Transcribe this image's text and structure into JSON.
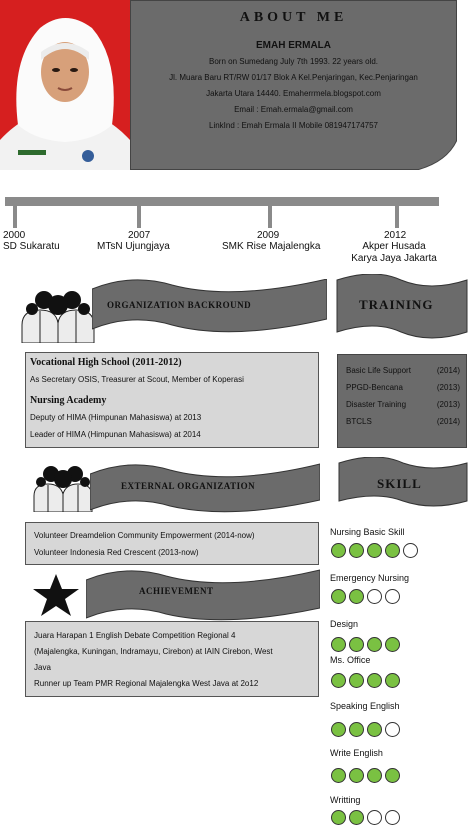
{
  "about": {
    "title": "ABOUT ME",
    "name": "EMAH ERMALA",
    "lines": [
      "Born on Sumedang July 7th 1993. 22 years old.",
      "Jl. Muara Baru RT/RW  01/17 Blok A Kel.Penjaringan, Kec.Penjaringan",
      "Jakarta Utara 14440. Emaherrmela.blogspot.com",
      "Email : Emah.ermala@gmail.com",
      "LinkInd : Emah Ermala II Mobile 081947174757"
    ]
  },
  "timeline": [
    {
      "year": "2000",
      "school": "SD Sukaratu"
    },
    {
      "year": "2007",
      "school": "MTsN Ujungjaya"
    },
    {
      "year": "2009",
      "school": "SMK Rise Majalengka"
    },
    {
      "year": "2012",
      "school": "Akper Husada\nKarya Jaya Jakarta"
    }
  ],
  "organization": {
    "banner": "ORGANIZATION BACKROUND",
    "head1": "Vocational High School (2011-2012)",
    "text1": "As Secretary OSIS, Treasurer at Scout, Member of Koperasi",
    "head2": "Nursing Academy",
    "text2a": "Deputy of HIMA (Himpunan Mahasiswa) at 2013",
    "text2b": "Leader of HIMA (Himpunan Mahasiswa) at 2014"
  },
  "external": {
    "banner": "EXTERNAL ORGANIZATION",
    "text1": "Volunteer Dreamdelion Community Empowerment (2014-now)",
    "text2": "Volunteer Indonesia Red Crescent (2013-now)"
  },
  "achievement": {
    "banner": "ACHIEVEMENT",
    "text1": "Juara Harapan 1 English Debate Competition Regional 4",
    "text2": "(Majalengka, Kuningan, Indramayu, Cirebon) at IAIN Cirebon, West",
    "text3": "Java",
    "text4": "Runner up Team PMR Regional Majalengka West Java at 2o12"
  },
  "training": {
    "banner": "TRAINING",
    "items": [
      {
        "name": "Basic Life Support",
        "year": "(2014)"
      },
      {
        "name": "PPGD-Bencana",
        "year": "(2013)"
      },
      {
        "name": "Disaster Training",
        "year": "(2013)"
      },
      {
        "name": "BTCLS",
        "year": "(2014)"
      }
    ]
  },
  "skill": {
    "banner": "SKILL",
    "items": [
      {
        "name": "Nursing Basic Skill",
        "level": 4,
        "max": 5
      },
      {
        "name": "Emergency Nursing",
        "level": 2,
        "max": 4
      },
      {
        "name": "Design",
        "level": 4,
        "max": 4
      },
      {
        "name": "Ms. Office",
        "level": 4,
        "max": 4
      },
      {
        "name": "Speaking English",
        "level": 3,
        "max": 4
      },
      {
        "name": "Write English",
        "level": 4,
        "max": 4
      },
      {
        "name": "Writting",
        "level": 2,
        "max": 4
      }
    ]
  },
  "colors": {
    "photo_bg": "#d61f1f",
    "panel_dark": "#6b6b6b",
    "box_light": "#d7d7d7",
    "skill_on": "#7ac142"
  }
}
